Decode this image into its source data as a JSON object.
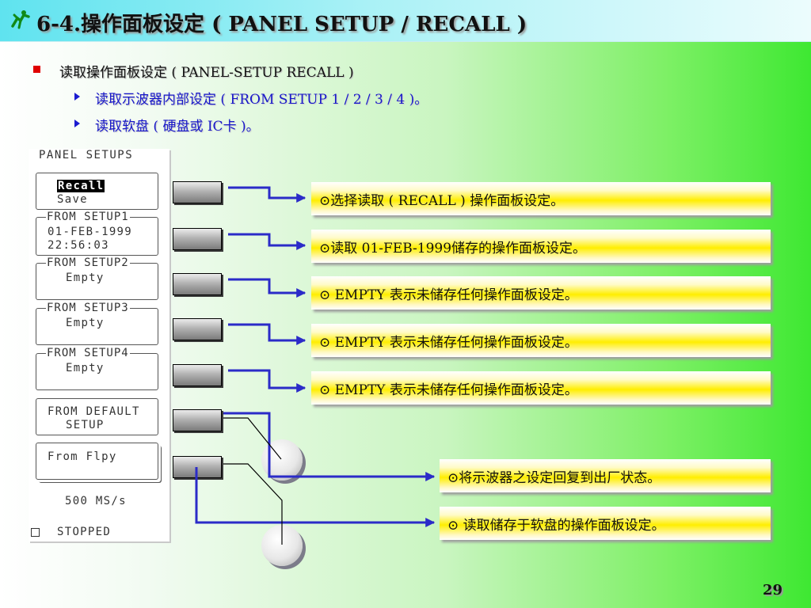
{
  "title": "6-4.操作面板设定 ( PANEL SETUP / RECALL )",
  "bullets": {
    "main": "读取操作面板设定 ( PANEL-SETUP RECALL )",
    "sub": [
      "读取示波器内部设定 ( FROM SETUP 1 / 2 / 3 / 4 )。",
      "读取软盘 ( 硬盘或 IC卡 )。"
    ]
  },
  "scope": {
    "header": "PANEL SETUPS",
    "menu": {
      "recall": "Recall",
      "save": "Save"
    },
    "setup1": {
      "legend": "FROM SETUP1",
      "date": "01-FEB-1999",
      "time": "22:56:03"
    },
    "setup2": {
      "legend": "FROM SETUP2",
      "value": "Empty"
    },
    "setup3": {
      "legend": "FROM SETUP3",
      "value": "Empty"
    },
    "setup4": {
      "legend": "FROM SETUP4",
      "value": "Empty"
    },
    "default": {
      "line1": "FROM DEFAULT",
      "line2": "SETUP"
    },
    "floppy": "From Flpy",
    "timebase": "500 MS/s",
    "status": "STOPPED"
  },
  "callouts": [
    "⊙选择读取 ( RECALL ) 操作面板设定。",
    "⊙读取 01-FEB-1999储存的操作面板设定。",
    "⊙ EMPTY 表示未储存任何操作面板设定。",
    "⊙ EMPTY 表示未储存任何操作面板设定。",
    "⊙ EMPTY 表示未储存任何操作面板设定。",
    "⊙将示波器之设定回复到出厂状态。",
    "⊙ 读取储存于软盘的操作面板设定。"
  ],
  "page_number": "29",
  "colors": {
    "accent_line": "#2b2bc8",
    "callout_fill": "#ffee00",
    "bullet": "#e00000"
  }
}
